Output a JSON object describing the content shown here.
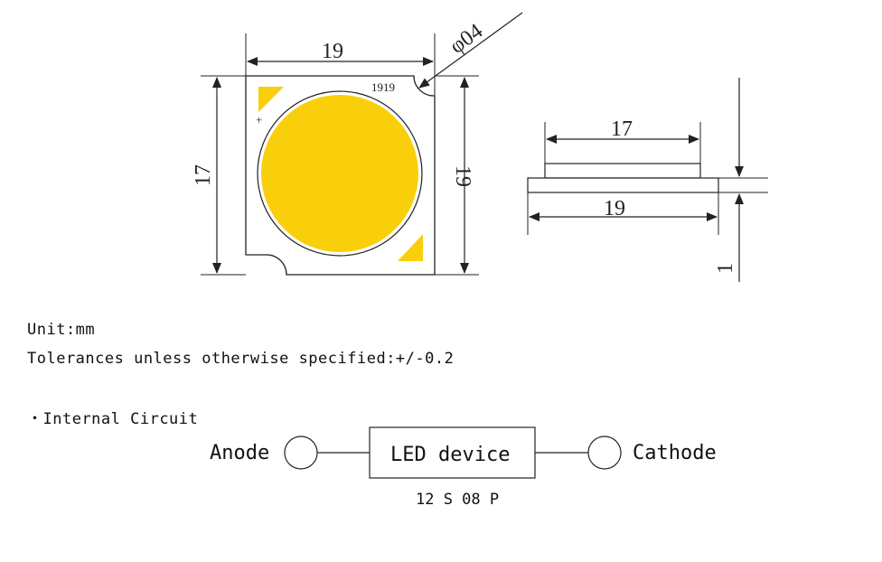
{
  "top_view": {
    "width_label": "19",
    "height_label_left": "17",
    "height_label_right": "19",
    "hole_label": "φ04",
    "marking": "1919",
    "plus_mark": "+"
  },
  "side_view": {
    "top_width_label": "17",
    "base_width_label": "19",
    "thickness_label": "1"
  },
  "notes": {
    "unit": "Unit:mm",
    "tolerance": "Tolerances unless otherwise specified:+/-0.2",
    "section_title": "・Internal Circuit"
  },
  "circuit": {
    "anode_label": "Anode",
    "device_label": "LED device",
    "cathode_label": "Cathode",
    "configuration": "12 S 08 P"
  },
  "colors": {
    "phosphor": "#F9CF0C",
    "substrate": "#FFFFFF",
    "line": "#222222"
  }
}
